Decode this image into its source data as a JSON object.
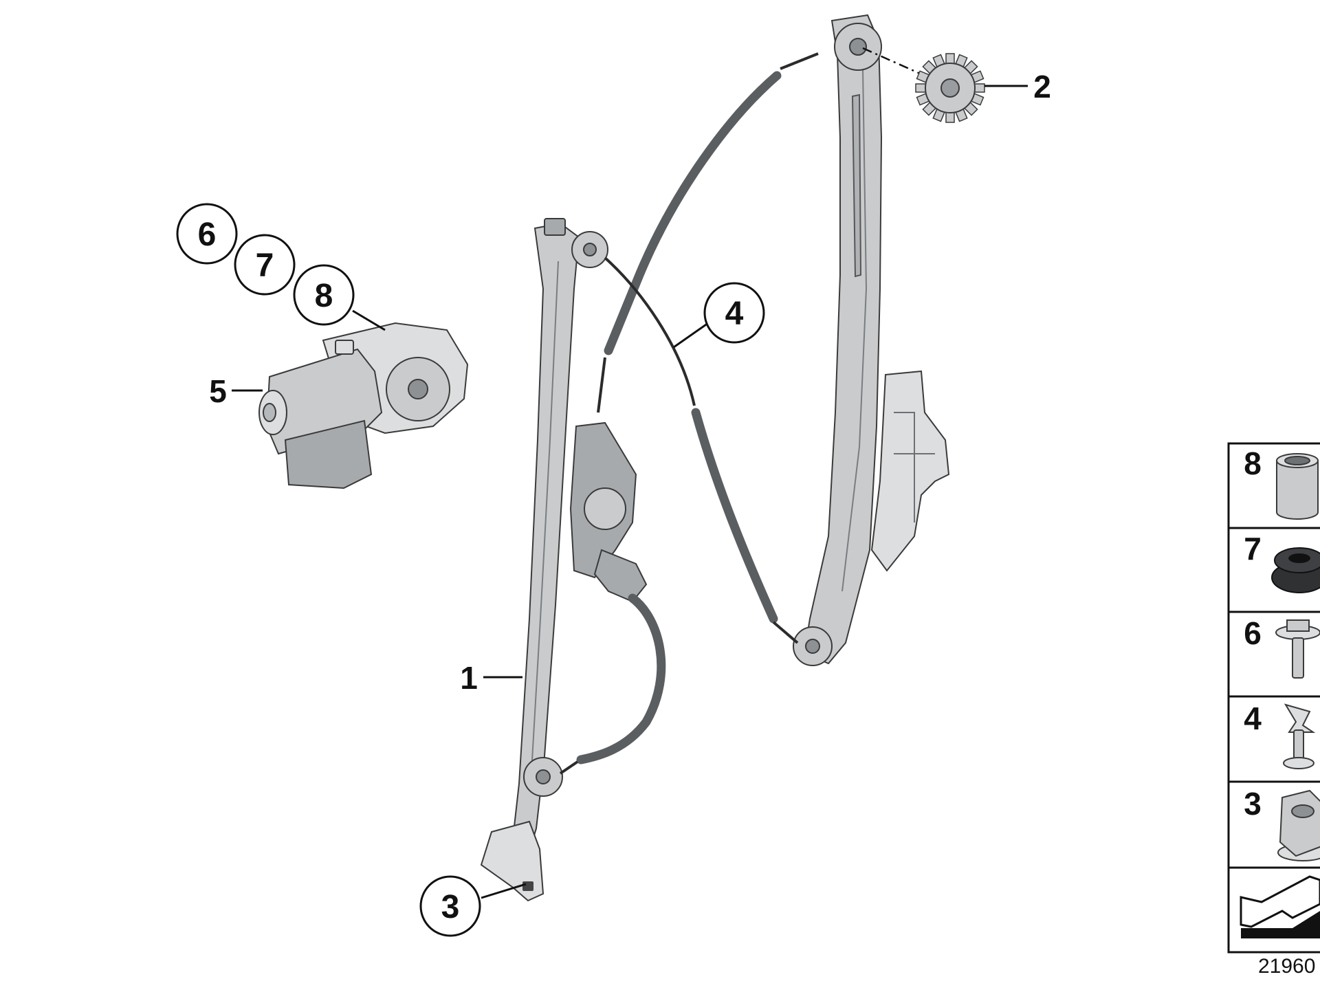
{
  "callouts": {
    "c6": "6",
    "c7": "7",
    "c8": "8",
    "c4": "4",
    "c3": "3"
  },
  "labels": {
    "l1": "1",
    "l2": "2",
    "l5": "5"
  },
  "legend": {
    "items": [
      {
        "number": "8",
        "icon": "sleeve-icon"
      },
      {
        "number": "7",
        "icon": "grommet-icon"
      },
      {
        "number": "6",
        "icon": "bolt-icon"
      },
      {
        "number": "4",
        "icon": "clip-screw-icon"
      },
      {
        "number": "3",
        "icon": "hex-nut-icon"
      }
    ],
    "bottom_icon": "arrow-symbol-icon"
  },
  "diagram_code": "21960",
  "colors": {
    "metal": "#c9cbcd",
    "outline": "#3a3a3a",
    "ink": "#111111"
  }
}
